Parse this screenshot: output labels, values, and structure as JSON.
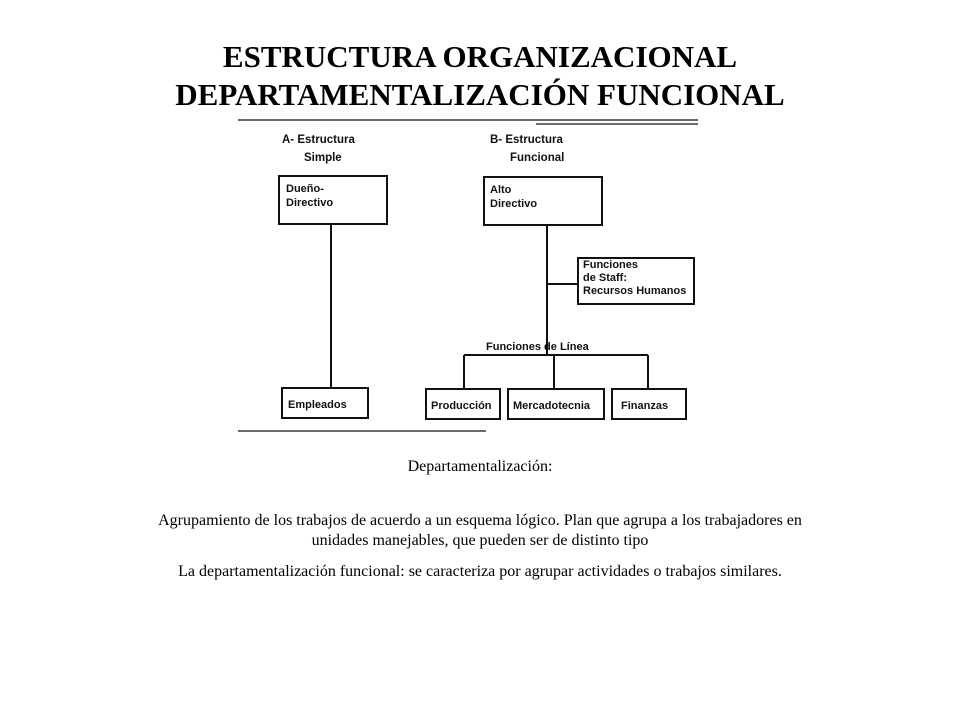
{
  "title": {
    "line1": "ESTRUCTURA ORGANIZACIONAL",
    "line2": "DEPARTAMENTALIZACIÓN FUNCIONAL"
  },
  "diagram": {
    "simple": {
      "heading_line1": "A- Estructura",
      "heading_line2": "Simple",
      "owner_line1": "Dueño-",
      "owner_line2": "Directivo",
      "employees": "Empleados"
    },
    "functional": {
      "heading_line1": "B- Estructura",
      "heading_line2": "Funcional",
      "director_line1": "Alto",
      "director_line2": "Directivo",
      "staff_line1": "Funciones",
      "staff_line2": "de Staff:",
      "staff_line3": "Recursos Humanos",
      "line_functions": "Funciones de Línea",
      "production": "Producción",
      "marketing": "Mercadotecnia",
      "finance": "Finanzas"
    }
  },
  "text": {
    "subheading": "Departamentalización:",
    "paragraph1": "Agrupamiento de los trabajos de acuerdo a un esquema lógico. Plan que agrupa a los trabajadores en unidades manejables, que pueden ser de distinto tipo",
    "paragraph2": "La departamentalización funcional: se caracteriza por agrupar actividades o trabajos similares."
  }
}
